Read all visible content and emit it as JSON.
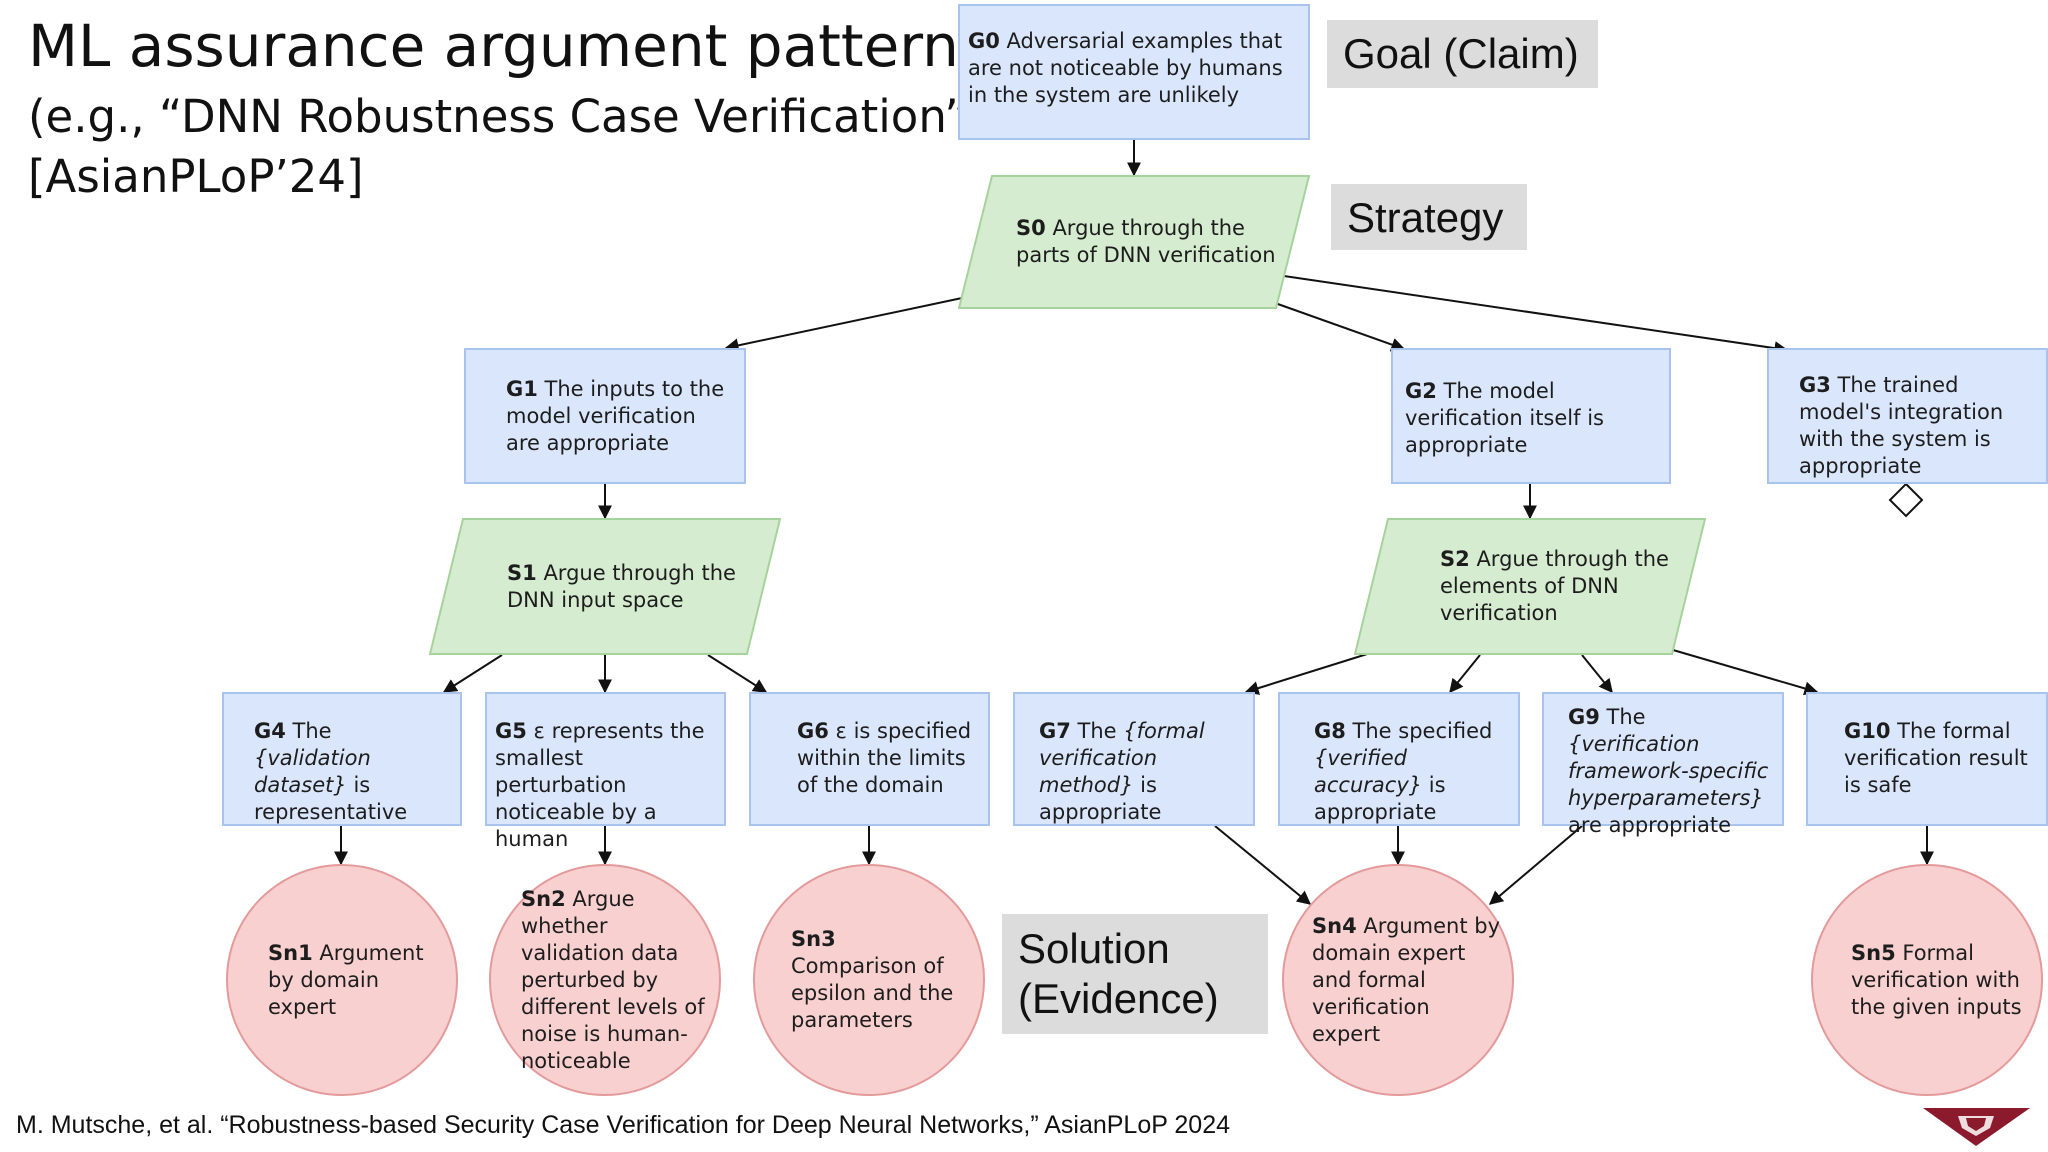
{
  "slide": {
    "title": "ML assurance argument patterns",
    "subtitle_line1": "(e.g., “DNN Robustness Case Verification”)",
    "subtitle_line2": "[AsianPLoP’24]",
    "footer": "M. Mutsche, et al. “Robustness-based Security Case Verification for Deep Neural Networks,” AsianPLoP 2024"
  },
  "legend": {
    "goal": "Goal (Claim)",
    "strategy": "Strategy",
    "solution_line1": "Solution",
    "solution_line2": "(Evidence)"
  },
  "nodes": {
    "G0": {
      "id": "G0",
      "text": "Adversarial examples that are not noticeable by humans in the system are unlikely"
    },
    "S0": {
      "id": "S0",
      "text": "Argue through the parts of DNN verification"
    },
    "G1": {
      "id": "G1",
      "text": "The inputs to the model verification are appropriate"
    },
    "G2": {
      "id": "G2",
      "text": "The model verification itself is appropriate"
    },
    "G3": {
      "id": "G3",
      "text": "The trained model's integration with the system is appropriate"
    },
    "S1": {
      "id": "S1",
      "text": "Argue through the DNN input space"
    },
    "S2": {
      "id": "S2",
      "text": "Argue through the elements of DNN verification"
    },
    "G4": {
      "id": "G4",
      "pre": "The ",
      "em": "{validation dataset}",
      "post": " is representative"
    },
    "G5": {
      "id": "G5",
      "text": "ε represents the smallest perturbation noticeable by a human"
    },
    "G6": {
      "id": "G6",
      "text": "ε is specified within the limits of the domain"
    },
    "G7": {
      "id": "G7",
      "pre": "The ",
      "em": "{formal verification method}",
      "post": " is appropriate"
    },
    "G8": {
      "id": "G8",
      "pre": "The specified ",
      "em": "{verified accuracy}",
      "post": " is appropriate"
    },
    "G9": {
      "id": "G9",
      "pre": "The ",
      "em": "{verification framework-specific hyperparameters}",
      "post": " are appropriate"
    },
    "G10": {
      "id": "G10",
      "text": "The formal verification result is safe"
    },
    "Sn1": {
      "id": "Sn1",
      "text": "Argument by domain expert"
    },
    "Sn2": {
      "id": "Sn2",
      "text": "Argue whether validation data perturbed by different levels of noise is human-noticeable"
    },
    "Sn3": {
      "id": "Sn3",
      "text": "Comparison of epsilon and the parameters"
    },
    "Sn4": {
      "id": "Sn4",
      "text": "Argument by domain expert and formal verification expert"
    },
    "Sn5": {
      "id": "Sn5",
      "text": "Formal verification with the given inputs"
    }
  },
  "colors": {
    "goal_fill": "#dae6fb",
    "goal_border": "#a9c3ef",
    "strategy_fill": "#d5ecd0",
    "strategy_border": "#a6d39c",
    "solution_fill": "#f8d0d0",
    "solution_border": "#e49a9a",
    "label_bg": "#dcdcdc",
    "logo": "#8a1a2c"
  }
}
